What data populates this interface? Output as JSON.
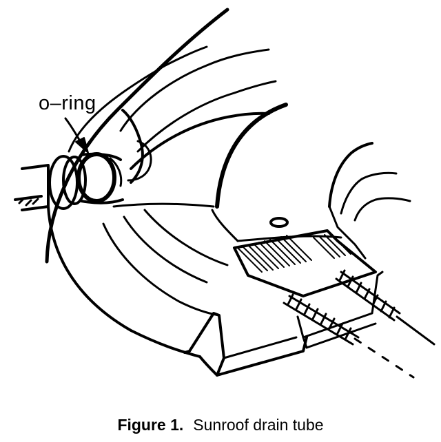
{
  "labels": {
    "callout": "o–ring"
  },
  "caption": {
    "number": "Figure 1.",
    "text": "Sunroof drain tube"
  },
  "colors": {
    "ink": "#000000",
    "paper": "#ffffff"
  }
}
